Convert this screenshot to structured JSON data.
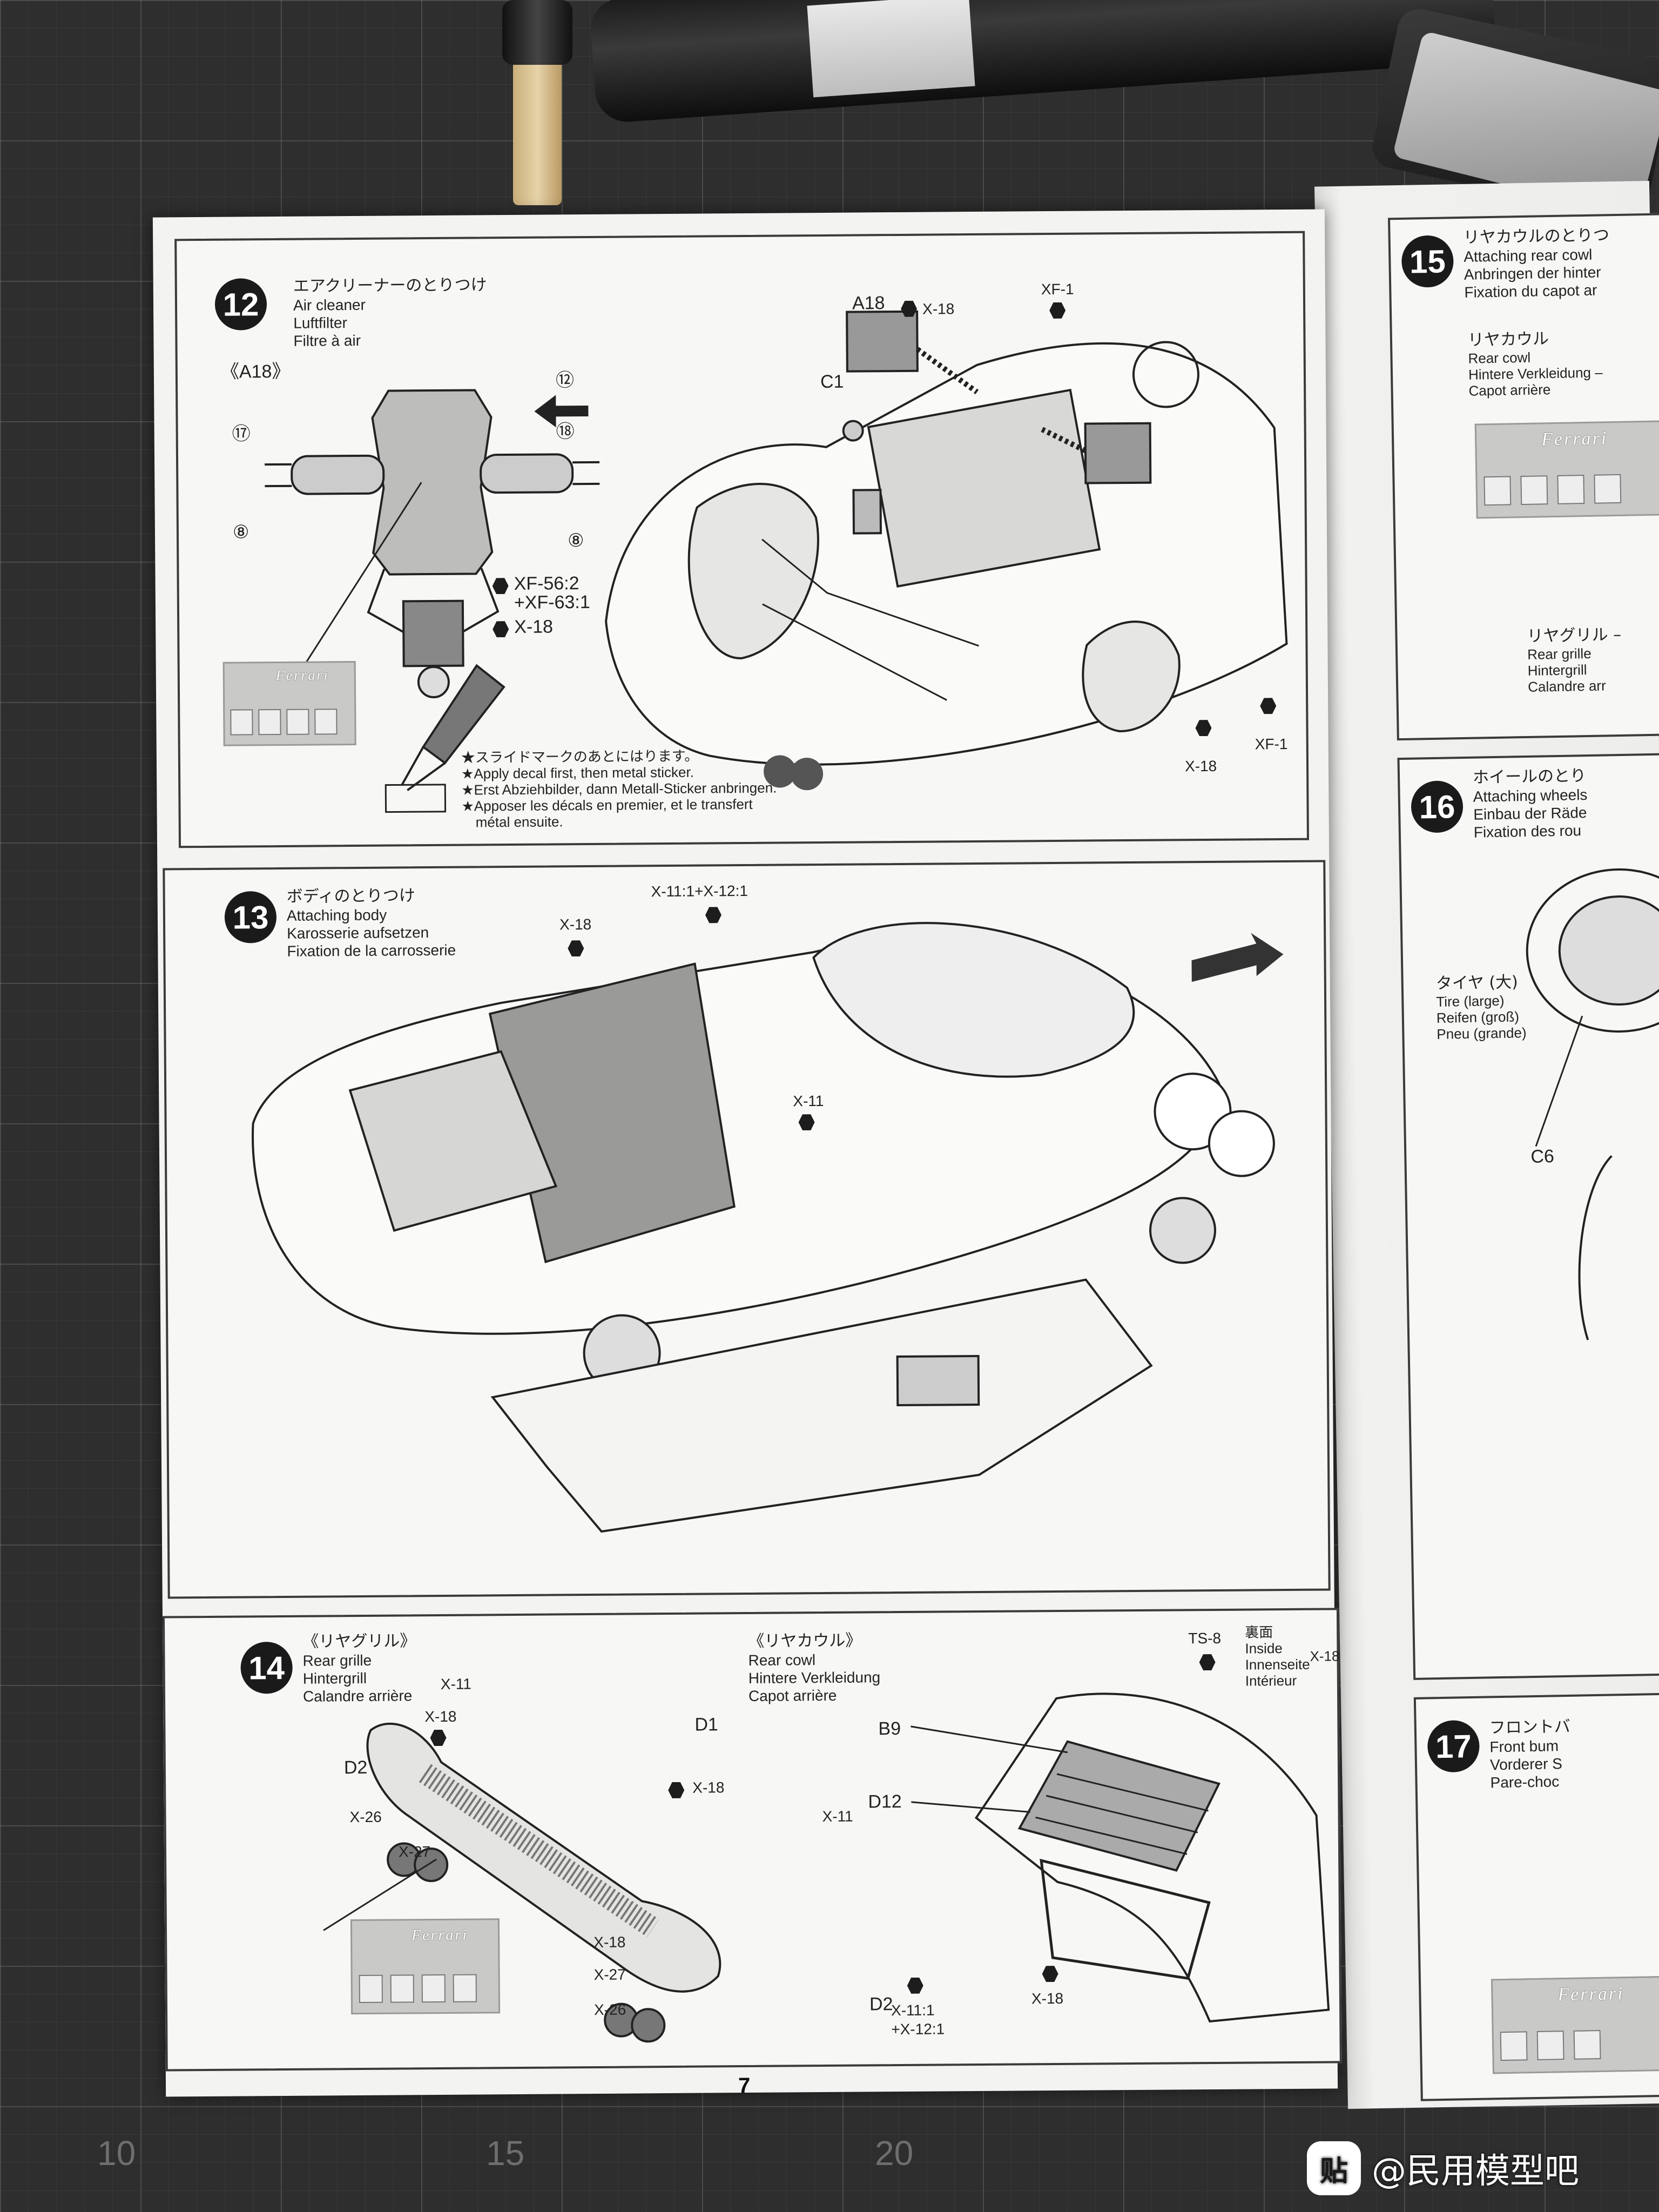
{
  "ruler": [
    "10",
    "15",
    "20"
  ],
  "step12": {
    "number": "12",
    "title_jp": "エアクリーナーのとりつけ",
    "title_en": "Air cleaner",
    "title_de": "Luftfilter",
    "title_fr": "Filtre à air",
    "part_group": "《A18》",
    "callouts": [
      "⑫",
      "⑰",
      "⑱",
      "⑧",
      "⑧"
    ],
    "paint_1": "XF-56:2",
    "paint_2": "+XF-63:1",
    "screw": "X-18",
    "note_jp": "★スライドマークのあとにはります。",
    "note_en": "★Apply decal first, then metal sticker.",
    "note_de": "★Erst Abziehbilder, dann Metall-Sticker anbringen.",
    "note_fr": "★Apposer les décals en premier, et le transfert",
    "note_fr2": "métal ensuite.",
    "labels": {
      "a18": "A18",
      "x18_top": "X-18",
      "c1": "C1",
      "xf1_top": "XF-1",
      "x18_bottom": "X-18",
      "xf1_bottom": "XF-1"
    }
  },
  "step13": {
    "number": "13",
    "title_jp": "ボディのとりつけ",
    "title_en": "Attaching body",
    "title_de": "Karosserie aufsetzen",
    "title_fr": "Fixation de la carrosserie",
    "labels": {
      "x18": "X-18",
      "x11_12": "X-11:1+X-12:1",
      "x11": "X-11"
    }
  },
  "step14": {
    "number": "14",
    "grille_jp": "《リヤグリル》",
    "grille_en": "Rear grille",
    "grille_de": "Hintergrill",
    "grille_fr": "Calandre arrière",
    "cowl_jp": "《リヤカウル》",
    "cowl_en": "Rear cowl",
    "cowl_de": "Hintere Verkleidung",
    "cowl_fr": "Capot arrière",
    "inside_jp": "裏面",
    "inside_en": "Inside",
    "inside_de": "Innenseite",
    "inside_fr": "Intérieur",
    "labels": {
      "ts8": "TS-8",
      "x18_inside": "X-18",
      "x11_a": "X-11",
      "x18_a": "X-18",
      "d1": "D1",
      "d2_a": "D2",
      "x18_b": "X-18",
      "x26_a": "X-26",
      "x27_a": "X-27",
      "x11_b": "X-11",
      "x18_c": "X-18",
      "x27_b": "X-27",
      "x26_b": "X-26",
      "d2_b": "D2",
      "b9": "B9",
      "d12": "D12",
      "x11_12_a": "X-11:1",
      "x11_12_b": "+X-12:1",
      "x18_d": "X-18"
    }
  },
  "step15": {
    "number": "15",
    "title_jp": "リヤカウルのとりつ",
    "title_en": "Attaching rear cowl",
    "title_de": "Anbringen der hinter",
    "title_fr": "Fixation du capot ar",
    "sub_jp": "リヤカウル",
    "sub_en": "Rear cowl",
    "sub_de": "Hintere Verkleidung –",
    "sub_fr": "Capot arrière",
    "grille_jp": "リヤグリル –",
    "grille_en": "Rear grille",
    "grille_de": "Hintergrill",
    "grille_fr": "Calandre arr"
  },
  "step16": {
    "number": "16",
    "title_jp": "ホイールのとり",
    "title_en": "Attaching wheels",
    "title_de": "Einbau der Räde",
    "title_fr": "Fixation des rou",
    "tire_jp": "タイヤ (大)",
    "tire_en": "Tire (large)",
    "tire_de": "Reifen (groß)",
    "tire_fr": "Pneu (grande)",
    "c6": "C6"
  },
  "step17": {
    "number": "17",
    "title_jp": "フロントバ",
    "title_en": "Front bum",
    "title_de": "Vorderer S",
    "title_fr": "Pare-choc"
  },
  "decal_word": "Ferrari",
  "page_number": "7",
  "watermark": {
    "logo": "贴",
    "text": "@民用模型吧"
  }
}
